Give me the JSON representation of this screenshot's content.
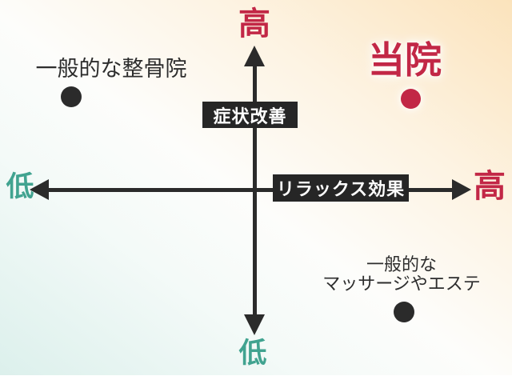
{
  "diagram": {
    "type": "quadrant-positioning-map",
    "axes": {
      "y": {
        "label": "症状改善",
        "top_end": "高",
        "bottom_end": "低"
      },
      "x": {
        "label": "リラックス効果",
        "left_end": "低",
        "right_end": "高"
      }
    },
    "points": {
      "general_clinic": {
        "label": "一般的な整骨院",
        "quadrant": "top-left"
      },
      "our_clinic": {
        "label": "当院",
        "quadrant": "top-right",
        "highlighted": true
      },
      "massage_esthe": {
        "line1": "一般的な",
        "line2": "マッサージやエステ",
        "quadrant": "bottom-right"
      }
    },
    "colors": {
      "accent_red": "#c22746",
      "axis_teal": "#41a390",
      "ink": "#2b2b2b",
      "label_box_bg": "#262626",
      "bg_warm_corner": "#fbe3bc",
      "bg_cool_corner": "#dcf0ec"
    }
  }
}
